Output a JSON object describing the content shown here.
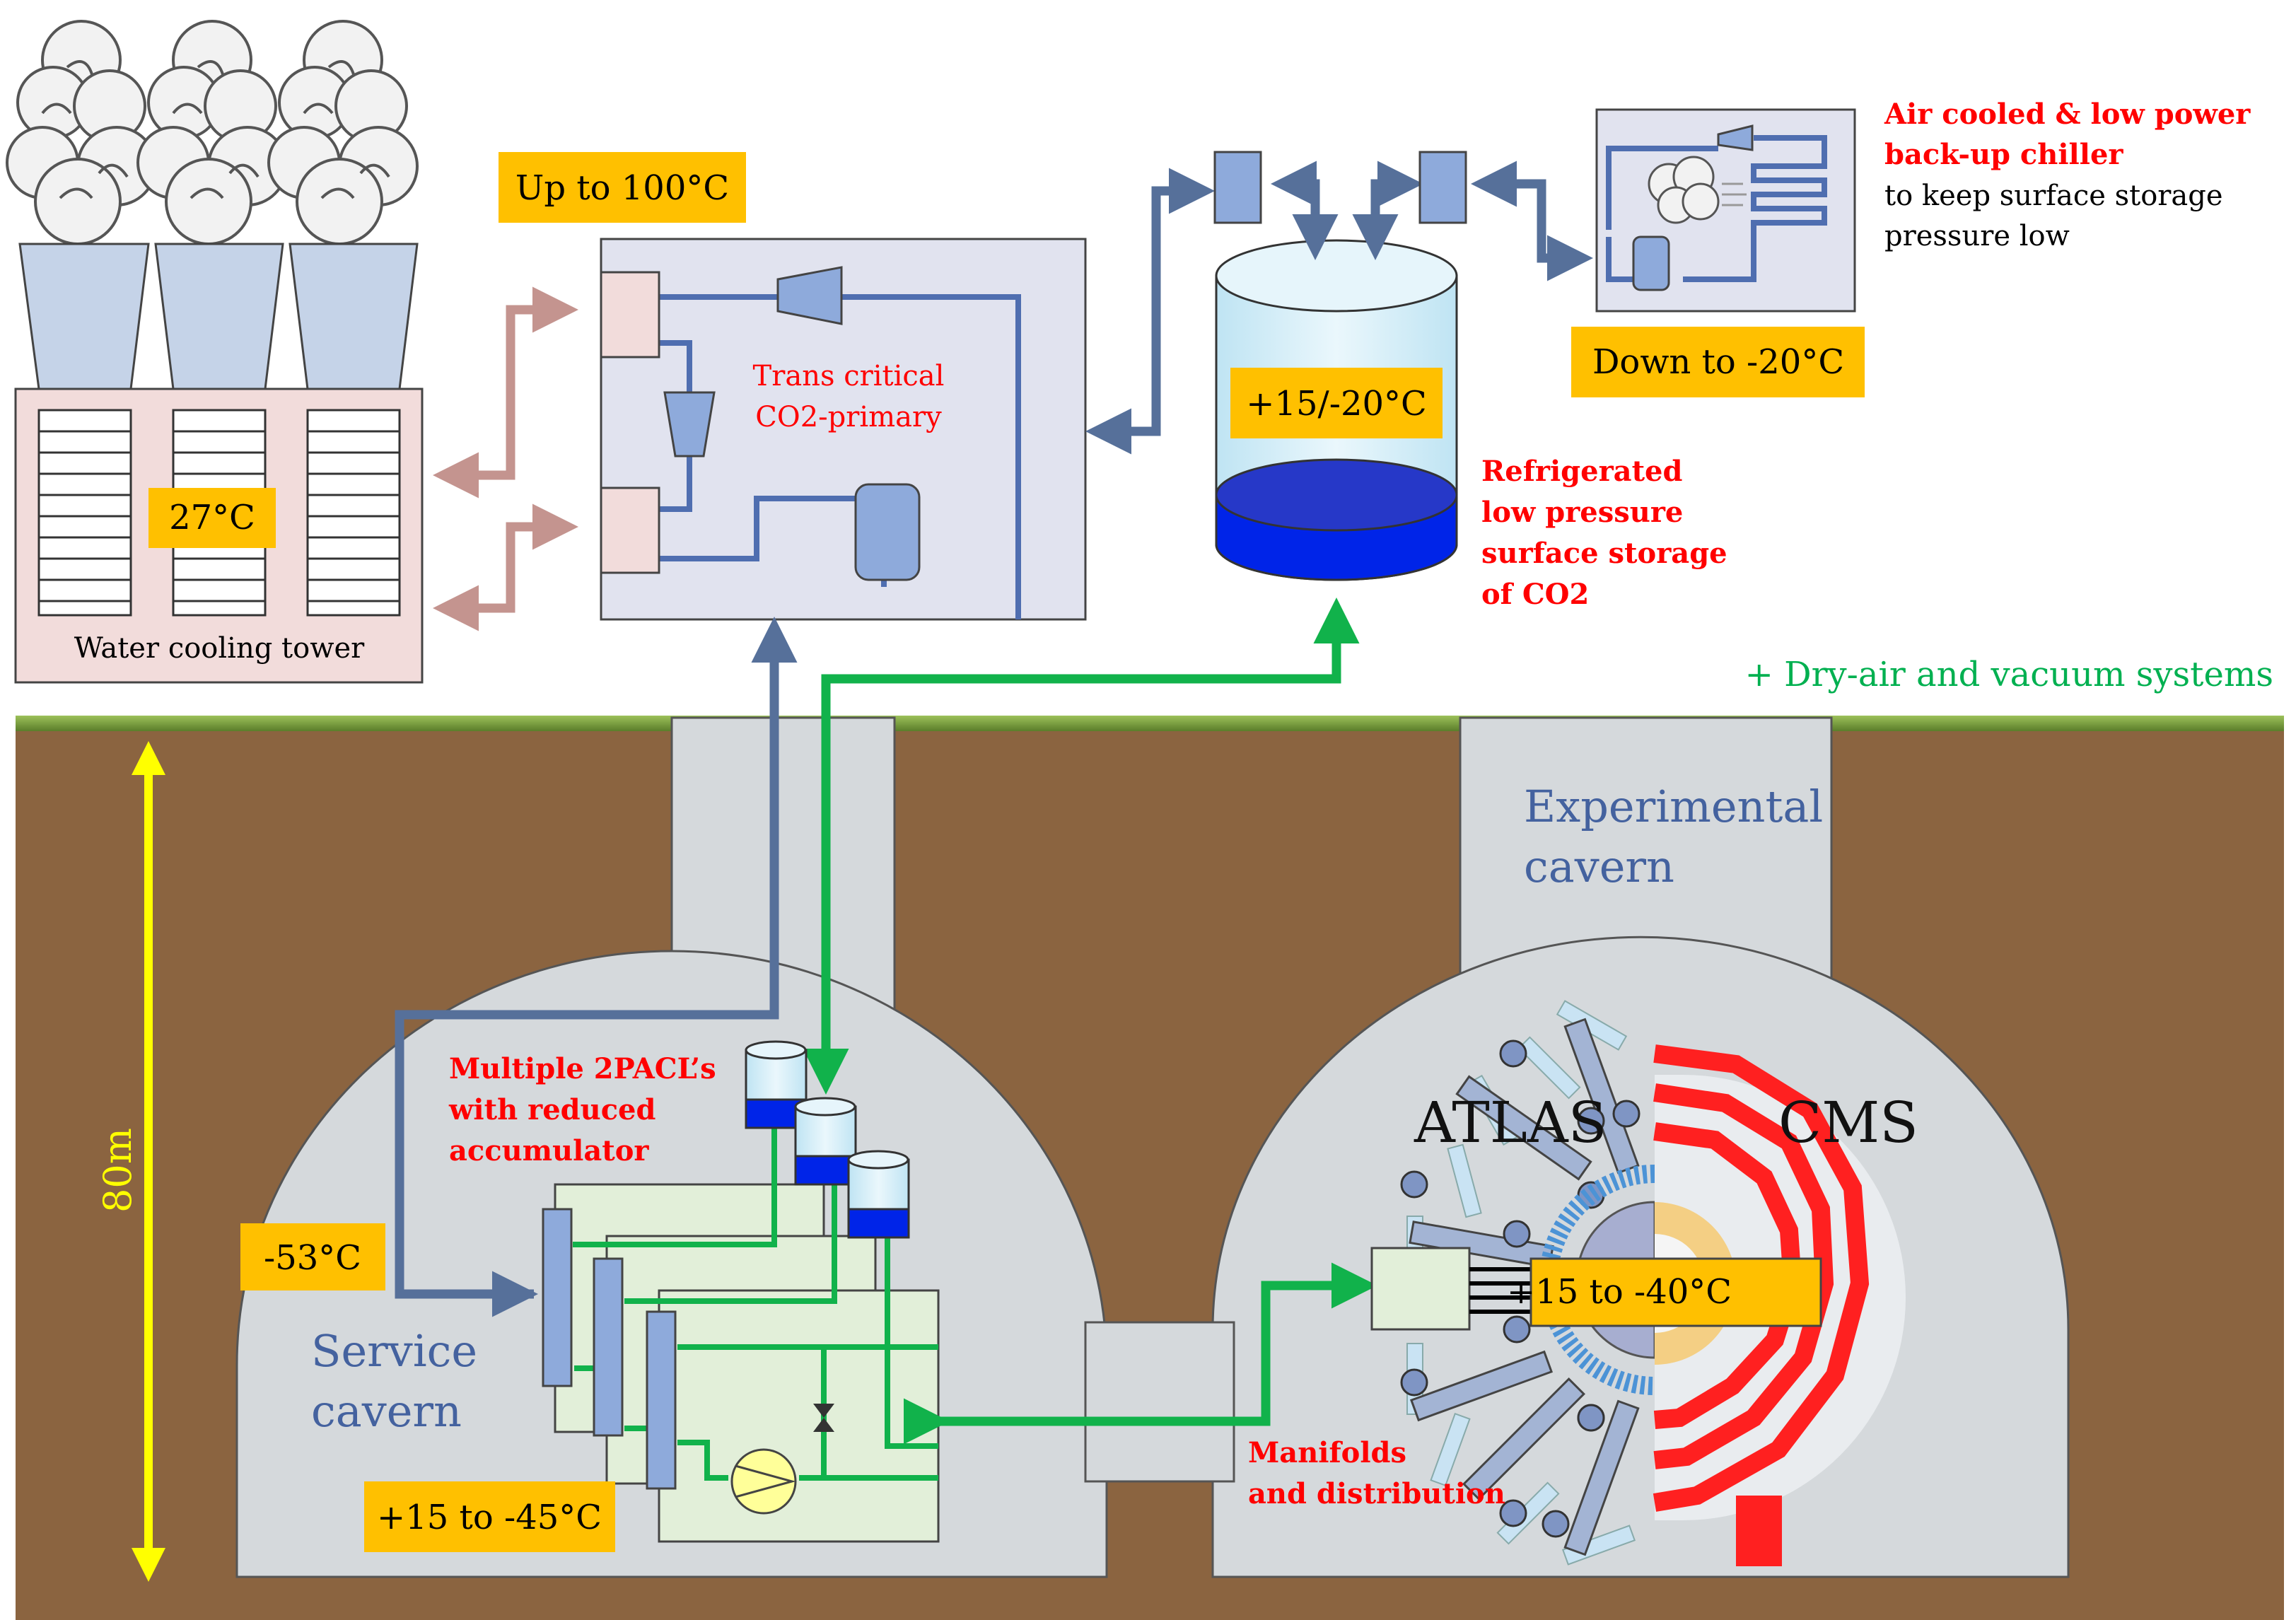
{
  "labels": {
    "surface_temp_compressor": "Up to 100°C",
    "cooling_tower_temp": "27°C",
    "cooling_tower": "Water cooling tower",
    "primary_title_1": "Trans critical",
    "primary_title_2": "CO2-primary",
    "storage_temp": "+15/-20°C",
    "storage_desc": [
      "Refrigerated",
      "low pressure",
      "surface storage",
      "of CO2"
    ],
    "chiller_title": [
      "Air cooled & low power",
      "back-up chiller"
    ],
    "chiller_desc": [
      "to keep surface storage",
      "pressure low"
    ],
    "chiller_temp": "Down to -20°C",
    "dry_air": "+ Dry-air and vacuum systems",
    "depth": "80m",
    "experimental_cavern": [
      "Experimental",
      "cavern"
    ],
    "service_cavern": [
      "Service",
      "cavern"
    ],
    "two_pacl": [
      "Multiple  2PACL’s",
      "with reduced",
      "accumulator"
    ],
    "service_temp_cold": "-53°C",
    "service_temp_range": "+15 to -45°C",
    "detector_temp": "+15 to -40°C",
    "atlas": "ATLAS",
    "cms": "CMS",
    "manifolds": [
      "Manifolds",
      "and distribution"
    ]
  },
  "colors": {
    "label_fill": "#ffc000",
    "red_text": "#ff0000",
    "green_text": "#00b050",
    "blue_text": "#44629f",
    "green_pipe": "#11b24b",
    "blue_pipe": "#56709a",
    "pink_pipe": "#c4948f",
    "soil": "#8b6440",
    "cavern": "#d5d9dc"
  }
}
